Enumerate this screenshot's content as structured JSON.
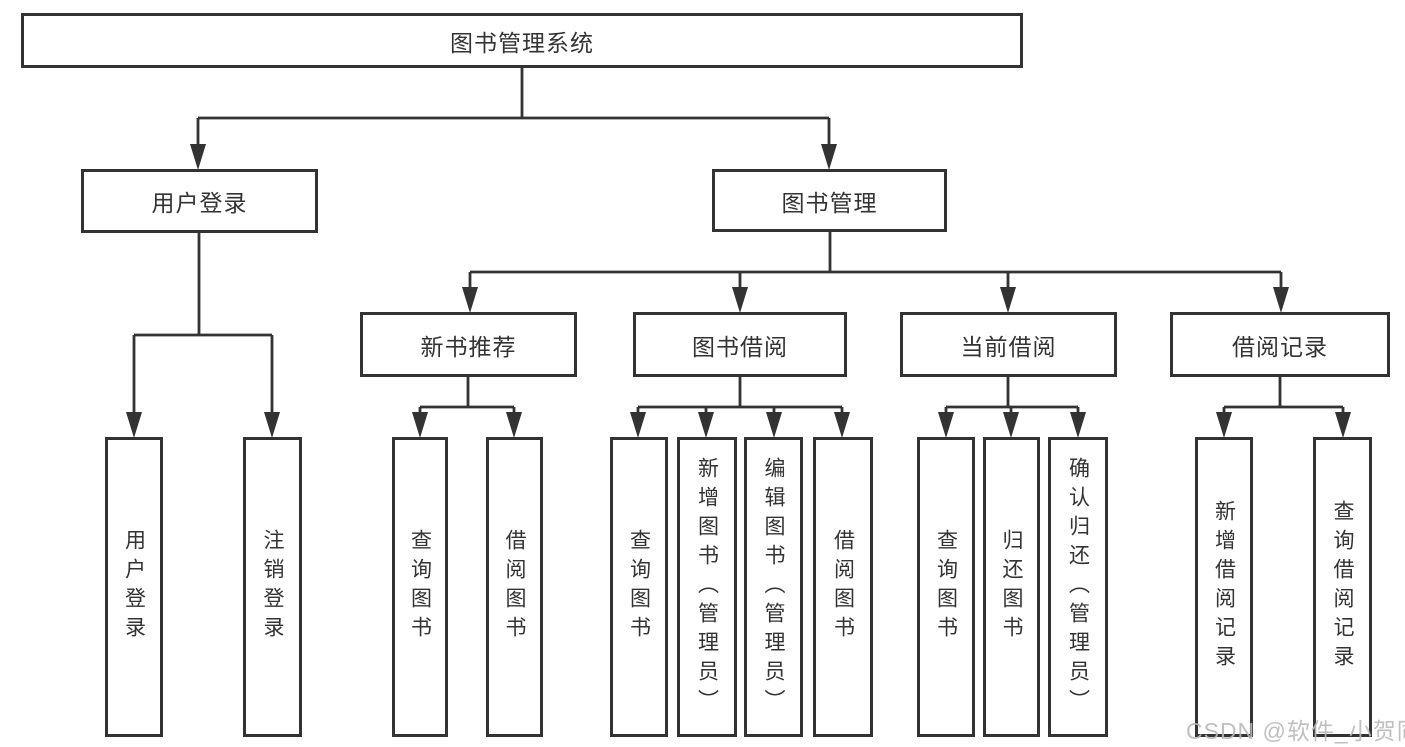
{
  "diagram": {
    "root": "图书管理系统",
    "level2": [
      "用户登录",
      "图书管理"
    ],
    "level3": [
      "新书推荐",
      "图书借阅",
      "当前借阅",
      "借阅记录"
    ],
    "leaves_user_login": [
      "用户登录",
      "注销登录"
    ],
    "leaves_new_book": [
      "查询图书",
      "借阅图书"
    ],
    "leaves_book_borrow": [
      "查询图书",
      "新增图书（管理员）",
      "编辑图书（管理员）",
      "借阅图书"
    ],
    "leaves_current_borrow": [
      "查询图书",
      "归还图书",
      "确认归还（管理员）"
    ],
    "leaves_borrow_record": [
      "新增借阅记录",
      "查询借阅记录"
    ]
  },
  "watermark": "CSDN @软件_小贺同学",
  "colors": {
    "line": "#333333",
    "box_border": "#333333",
    "text": "#333333",
    "background": "#ffffff",
    "watermark": "#b9b9b9"
  }
}
